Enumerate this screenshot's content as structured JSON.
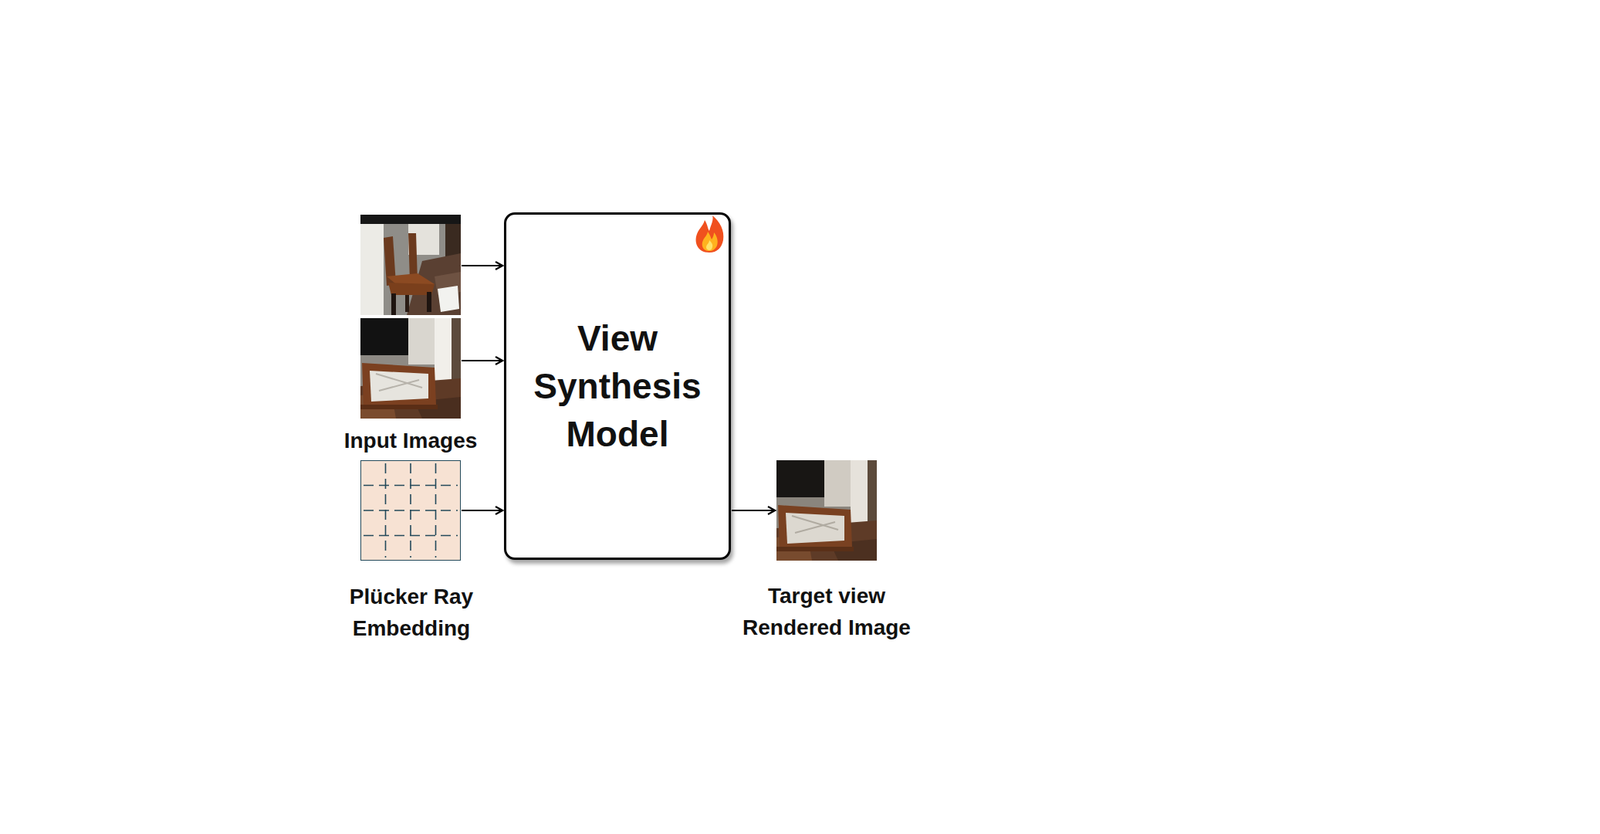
{
  "diagram": {
    "nodes": [
      {
        "text": [
          "Input Images"
        ]
      },
      {
        "text": [
          "View Synthesis Model"
        ]
      },
      {
        "text": [
          "Plücker Ray Embedding"
        ]
      },
      {
        "text": [
          "Target view Rendered Image"
        ]
      }
    ],
    "edges": [
      {
        "from": 0,
        "to": 1,
        "arrow": "to"
      },
      {
        "from": 0,
        "to": 1,
        "arrow": "to"
      },
      {
        "from": 2,
        "to": 1,
        "arrow": "to"
      },
      {
        "from": 1,
        "to": 3,
        "arrow": "to"
      }
    ]
  }
}
